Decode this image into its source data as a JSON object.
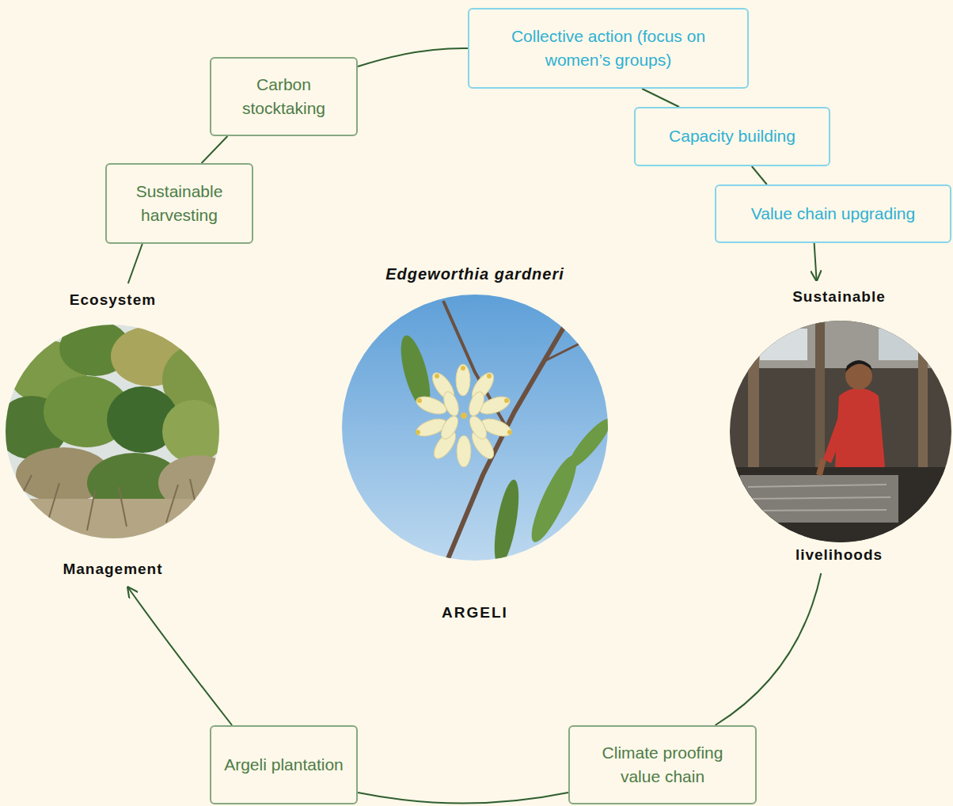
{
  "diagram": {
    "nodes": [
      {
        "text": [
          "Collective action (focus on women’s groups)"
        ]
      },
      {
        "text": [
          "Carbon stocktaking"
        ]
      },
      {
        "text": [
          "Capacity building"
        ]
      },
      {
        "text": [
          "Sustainable harvesting"
        ]
      },
      {
        "text": [
          "Value chain upgrading"
        ]
      },
      {
        "text": [
          "Ecosystem",
          "Management"
        ]
      },
      {
        "text": [
          "Edgeworthia gardneri",
          "ARGELI"
        ]
      },
      {
        "text": [
          "Sustainable",
          "livelihoods"
        ]
      },
      {
        "text": [
          "Argeli plantation"
        ]
      },
      {
        "text": [
          "Climate proofing value chain"
        ]
      }
    ],
    "edges": [
      {
        "from": 5,
        "to": 3,
        "arrow": "none"
      },
      {
        "from": 3,
        "to": 1,
        "arrow": "none"
      },
      {
        "from": 1,
        "to": 0,
        "arrow": "none"
      },
      {
        "from": 0,
        "to": 2,
        "arrow": "none"
      },
      {
        "from": 2,
        "to": 4,
        "arrow": "none"
      },
      {
        "from": 4,
        "to": 7,
        "arrow": "to"
      },
      {
        "from": 7,
        "to": 9,
        "arrow": "none"
      },
      {
        "from": 9,
        "to": 8,
        "arrow": "none"
      },
      {
        "from": 8,
        "to": 5,
        "arrow": "to"
      }
    ]
  }
}
